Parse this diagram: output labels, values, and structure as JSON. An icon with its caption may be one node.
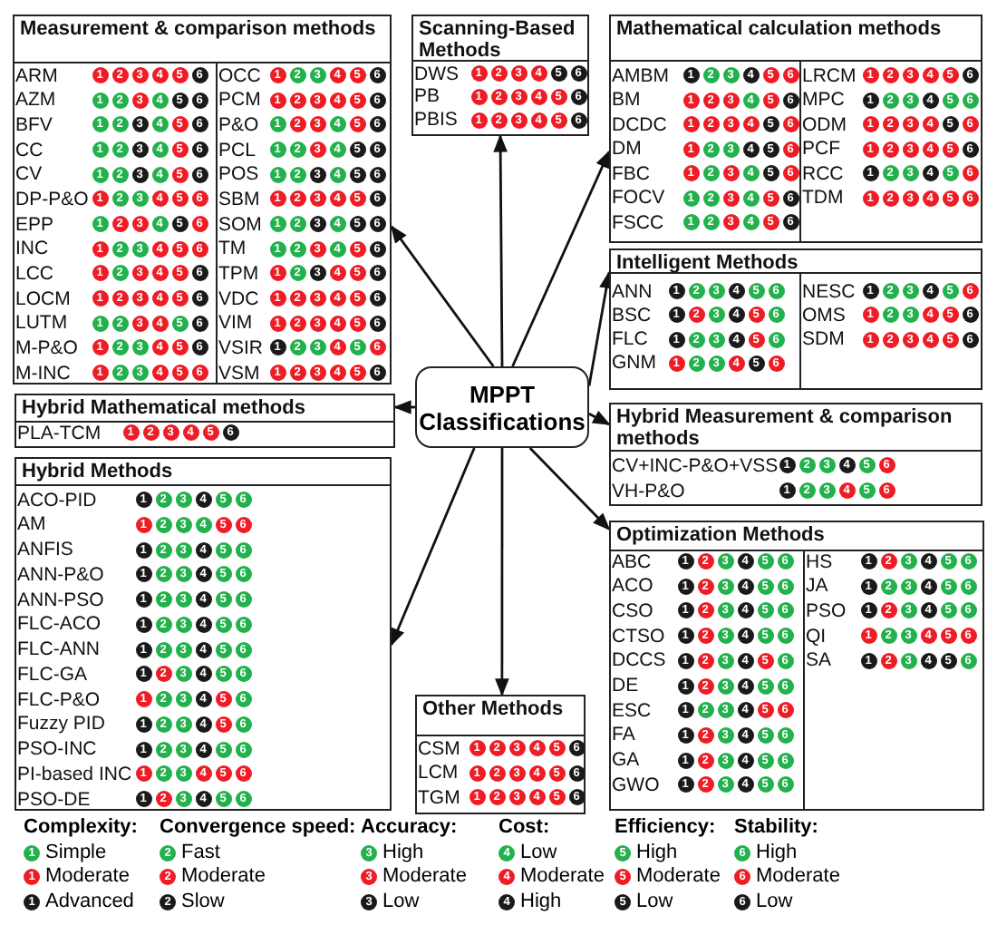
{
  "diagram": {
    "nodes": [
      {
        "text": [
          "Measurement & comparison methods"
        ]
      },
      {
        "text": [
          "ARM",
          "1",
          "2",
          "3",
          "4",
          "5",
          "6"
        ],
        "in": 0
      },
      {
        "text": [
          "AZM",
          "1",
          "2",
          "3",
          "4",
          "5",
          "6"
        ],
        "in": 0
      },
      {
        "text": [
          "BFV",
          "1",
          "2",
          "3",
          "4",
          "5",
          "6"
        ],
        "in": 0
      },
      {
        "text": [
          "CC",
          "1",
          "2",
          "3",
          "4",
          "5",
          "6"
        ],
        "in": 0
      },
      {
        "text": [
          "CV",
          "1",
          "2",
          "3",
          "4",
          "5",
          "6"
        ],
        "in": 0
      },
      {
        "text": [
          "DP-P&O",
          "1",
          "2",
          "3",
          "4",
          "5",
          "6"
        ],
        "in": 0
      },
      {
        "text": [
          "EPP",
          "1",
          "2",
          "3",
          "4",
          "5",
          "6"
        ],
        "in": 0
      },
      {
        "text": [
          "INC",
          "1",
          "2",
          "3",
          "4",
          "5",
          "6"
        ],
        "in": 0
      },
      {
        "text": [
          "LCC",
          "1",
          "2",
          "3",
          "4",
          "5",
          "6"
        ],
        "in": 0
      },
      {
        "text": [
          "LOCM",
          "1",
          "2",
          "3",
          "4",
          "5",
          "6"
        ],
        "in": 0
      },
      {
        "text": [
          "LUTM",
          "1",
          "2",
          "3",
          "4",
          "5",
          "6"
        ],
        "in": 0
      },
      {
        "text": [
          "M-P&O",
          "1",
          "2",
          "3",
          "4",
          "5",
          "6"
        ],
        "in": 0
      },
      {
        "text": [
          "M-INC",
          "1",
          "2",
          "3",
          "4",
          "5",
          "6"
        ],
        "in": 0
      },
      {
        "text": [
          "OCC",
          "1",
          "2",
          "3",
          "4",
          "5",
          "6"
        ],
        "in": 0
      },
      {
        "text": [
          "PCM",
          "1",
          "2",
          "3",
          "4",
          "5",
          "6"
        ],
        "in": 0
      },
      {
        "text": [
          "P&O",
          "1",
          "2",
          "3",
          "4",
          "5",
          "6"
        ],
        "in": 0
      },
      {
        "text": [
          "PCL",
          "1",
          "2",
          "3",
          "4",
          "5",
          "6"
        ],
        "in": 0
      },
      {
        "text": [
          "POS",
          "1",
          "2",
          "3",
          "4",
          "5",
          "6"
        ],
        "in": 0
      },
      {
        "text": [
          "SBM",
          "1",
          "2",
          "3",
          "4",
          "5",
          "6"
        ],
        "in": 0
      },
      {
        "text": [
          "SOM",
          "1",
          "2",
          "3",
          "4",
          "5",
          "6"
        ],
        "in": 0
      },
      {
        "text": [
          "TM",
          "1",
          "2",
          "3",
          "4",
          "5",
          "6"
        ],
        "in": 0
      },
      {
        "text": [
          "TPM",
          "1",
          "2",
          "3",
          "4",
          "5",
          "6"
        ],
        "in": 0
      },
      {
        "text": [
          "VDC",
          "1",
          "2",
          "3",
          "4",
          "5",
          "6"
        ],
        "in": 0
      },
      {
        "text": [
          "VIM",
          "1",
          "2",
          "3",
          "4",
          "5",
          "6"
        ],
        "in": 0
      },
      {
        "text": [
          "VSIR",
          "1",
          "2",
          "3",
          "4",
          "5",
          "6"
        ],
        "in": 0
      },
      {
        "text": [
          "VSM",
          "1",
          "2",
          "3",
          "4",
          "5",
          "6"
        ],
        "in": 0
      },
      {
        "text": [
          "Scanning-Based Methods"
        ]
      },
      {
        "text": [
          "DWS",
          "1",
          "2",
          "3",
          "4",
          "5",
          "6"
        ],
        "in": 27
      },
      {
        "text": [
          "PB",
          "1",
          "2",
          "3",
          "4",
          "5",
          "6"
        ],
        "in": 27
      },
      {
        "text": [
          "PBIS",
          "1",
          "2",
          "3",
          "4",
          "5",
          "6"
        ],
        "in": 27
      },
      {
        "text": [
          "Mathematical calculation methods"
        ]
      },
      {
        "text": [
          "AMBM",
          "1",
          "2",
          "3",
          "4",
          "5",
          "6"
        ],
        "in": 31
      },
      {
        "text": [
          "BM",
          "1",
          "2",
          "3",
          "4",
          "5",
          "6"
        ],
        "in": 31
      },
      {
        "text": [
          "DCDC",
          "1",
          "2",
          "3",
          "4",
          "5",
          "6"
        ],
        "in": 31
      },
      {
        "text": [
          "DM",
          "1",
          "2",
          "3",
          "4",
          "5",
          "6"
        ],
        "in": 31
      },
      {
        "text": [
          "FBC",
          "1",
          "2",
          "3",
          "4",
          "5",
          "6"
        ],
        "in": 31
      },
      {
        "text": [
          "FOCV",
          "1",
          "2",
          "3",
          "4",
          "5",
          "6"
        ],
        "in": 31
      },
      {
        "text": [
          "FSCC",
          "1",
          "2",
          "3",
          "4",
          "5",
          "6"
        ],
        "in": 31
      },
      {
        "text": [
          "LRCM",
          "1",
          "2",
          "3",
          "4",
          "5",
          "6"
        ],
        "in": 31
      },
      {
        "text": [
          "MPC",
          "1",
          "2",
          "3",
          "4",
          "5",
          "6"
        ],
        "in": 31
      },
      {
        "text": [
          "ODM",
          "1",
          "2",
          "3",
          "4",
          "5",
          "6"
        ],
        "in": 31
      },
      {
        "text": [
          "PCF",
          "1",
          "2",
          "3",
          "4",
          "5",
          "6"
        ],
        "in": 31
      },
      {
        "text": [
          "RCC",
          "1",
          "2",
          "3",
          "4",
          "5",
          "6"
        ],
        "in": 31
      },
      {
        "text": [
          "TDM",
          "1",
          "2",
          "3",
          "4",
          "5",
          "6"
        ],
        "in": 31
      },
      {
        "text": [
          "Intelligent Methods"
        ]
      },
      {
        "text": [
          "ANN",
          "1",
          "2",
          "3",
          "4",
          "5",
          "6"
        ],
        "in": 45
      },
      {
        "text": [
          "BSC",
          "1",
          "2",
          "3",
          "4",
          "5",
          "6"
        ],
        "in": 45
      },
      {
        "text": [
          "FLC",
          "1",
          "2",
          "3",
          "4",
          "5",
          "6"
        ],
        "in": 45
      },
      {
        "text": [
          "GNM",
          "1",
          "2",
          "3",
          "4",
          "5",
          "6"
        ],
        "in": 45
      },
      {
        "text": [
          "NESC",
          "1",
          "2",
          "3",
          "4",
          "5",
          "6"
        ],
        "in": 45
      },
      {
        "text": [
          "OMS",
          "1",
          "2",
          "3",
          "4",
          "5",
          "6"
        ],
        "in": 45
      },
      {
        "text": [
          "SDM",
          "1",
          "2",
          "3",
          "4",
          "5",
          "6"
        ],
        "in": 45
      },
      {
        "text": [
          "MPPT Classifications"
        ]
      },
      {
        "text": [
          "Hybrid Mathematical methods"
        ]
      },
      {
        "text": [
          "PLA-TCM",
          "1",
          "2",
          "3",
          "4",
          "5",
          "6"
        ],
        "in": 54
      },
      {
        "text": [
          "Hybrid Measurement & comparison methods"
        ]
      },
      {
        "text": [
          "CV+INC-P&O+VSS",
          "1",
          "2",
          "3",
          "4",
          "5",
          "6"
        ],
        "in": 56
      },
      {
        "text": [
          "VH-P&O",
          "1",
          "2",
          "3",
          "4",
          "5",
          "6"
        ],
        "in": 56
      },
      {
        "text": [
          "Hybrid Methods"
        ]
      },
      {
        "text": [
          "ACO-PID",
          "1",
          "2",
          "3",
          "4",
          "5",
          "6"
        ],
        "in": 59
      },
      {
        "text": [
          "AM",
          "1",
          "2",
          "3",
          "4",
          "5",
          "6"
        ],
        "in": 59
      },
      {
        "text": [
          "ANFIS",
          "1",
          "2",
          "3",
          "4",
          "5",
          "6"
        ],
        "in": 59
      },
      {
        "text": [
          "ANN-P&O",
          "1",
          "2",
          "3",
          "4",
          "5",
          "6"
        ],
        "in": 59
      },
      {
        "text": [
          "ANN-PSO",
          "1",
          "2",
          "3",
          "4",
          "5",
          "6"
        ],
        "in": 59
      },
      {
        "text": [
          "FLC-ACO",
          "1",
          "2",
          "3",
          "4",
          "5",
          "6"
        ],
        "in": 59
      },
      {
        "text": [
          "FLC-ANN",
          "1",
          "2",
          "3",
          "4",
          "5",
          "6"
        ],
        "in": 59
      },
      {
        "text": [
          "FLC-GA",
          "1",
          "2",
          "3",
          "4",
          "5",
          "6"
        ],
        "in": 59
      },
      {
        "text": [
          "FLC-P&O",
          "1",
          "2",
          "3",
          "4",
          "5",
          "6"
        ],
        "in": 59
      },
      {
        "text": [
          "Fuzzy PID",
          "1",
          "2",
          "3",
          "4",
          "5",
          "6"
        ],
        "in": 59
      },
      {
        "text": [
          "PSO-INC",
          "1",
          "2",
          "3",
          "4",
          "5",
          "6"
        ],
        "in": 59
      },
      {
        "text": [
          "PI-based INC",
          "1",
          "2",
          "3",
          "4",
          "5",
          "6"
        ],
        "in": 59
      },
      {
        "text": [
          "PSO-DE",
          "1",
          "2",
          "3",
          "4",
          "5",
          "6"
        ],
        "in": 59
      },
      {
        "text": [
          "Optimization Methods"
        ]
      },
      {
        "text": [
          "ABC",
          "1",
          "2",
          "3",
          "4",
          "5",
          "6"
        ],
        "in": 73
      },
      {
        "text": [
          "ACO",
          "1",
          "2",
          "3",
          "4",
          "5",
          "6"
        ],
        "in": 73
      },
      {
        "text": [
          "CSO",
          "1",
          "2",
          "3",
          "4",
          "5",
          "6"
        ],
        "in": 73
      },
      {
        "text": [
          "CTSO",
          "1",
          "2",
          "3",
          "4",
          "5",
          "6"
        ],
        "in": 73
      },
      {
        "text": [
          "DCCS",
          "1",
          "2",
          "3",
          "4",
          "5",
          "6"
        ],
        "in": 73
      },
      {
        "text": [
          "DE",
          "1",
          "2",
          "3",
          "4",
          "5",
          "6"
        ],
        "in": 73
      },
      {
        "text": [
          "ESC",
          "1",
          "2",
          "3",
          "4",
          "5",
          "6"
        ],
        "in": 73
      },
      {
        "text": [
          "FA",
          "1",
          "2",
          "3",
          "4",
          "5",
          "6"
        ],
        "in": 73
      },
      {
        "text": [
          "GA",
          "1",
          "2",
          "3",
          "4",
          "5",
          "6"
        ],
        "in": 73
      },
      {
        "text": [
          "GWO",
          "1",
          "2",
          "3",
          "4",
          "5",
          "6"
        ],
        "in": 73
      },
      {
        "text": [
          "HS",
          "1",
          "2",
          "3",
          "4",
          "5",
          "6"
        ],
        "in": 73
      },
      {
        "text": [
          "JA",
          "1",
          "2",
          "3",
          "4",
          "5",
          "6"
        ],
        "in": 73
      },
      {
        "text": [
          "PSO",
          "1",
          "2",
          "3",
          "4",
          "5",
          "6"
        ],
        "in": 73
      },
      {
        "text": [
          "QI",
          "1",
          "2",
          "3",
          "4",
          "5",
          "6"
        ],
        "in": 73
      },
      {
        "text": [
          "SA",
          "1",
          "2",
          "3",
          "4",
          "5",
          "6"
        ],
        "in": 73
      },
      {
        "text": [
          "Other Methods"
        ]
      },
      {
        "text": [
          "CSM",
          "1",
          "2",
          "3",
          "4",
          "5",
          "6"
        ],
        "in": 89
      },
      {
        "text": [
          "LCM",
          "1",
          "2",
          "3",
          "4",
          "5",
          "6"
        ],
        "in": 89
      },
      {
        "text": [
          "TGM",
          "1",
          "2",
          "3",
          "4",
          "5",
          "6"
        ],
        "in": 89
      }
    ],
    "edges": [
      {
        "from": 53,
        "to": 0,
        "arrow": "to"
      },
      {
        "from": 53,
        "to": 27,
        "arrow": "to"
      },
      {
        "from": 53,
        "to": 31,
        "arrow": "to"
      },
      {
        "from": 53,
        "to": 45,
        "arrow": "to"
      },
      {
        "from": 53,
        "to": 54,
        "arrow": "to"
      },
      {
        "from": 53,
        "to": 56,
        "arrow": "to"
      },
      {
        "from": 53,
        "to": 59,
        "arrow": "to"
      },
      {
        "from": 53,
        "to": 89,
        "arrow": "to"
      },
      {
        "from": 53,
        "to": 73,
        "arrow": "to"
      }
    ],
    "labels": [
      "Complexity:",
      "Convergence speed:",
      "Accuracy:",
      "Cost:",
      "Efficiency:",
      "Stability:",
      "1",
      "1",
      "1",
      "2",
      "2",
      "2",
      "3",
      "3",
      "3",
      "4",
      "4",
      "4",
      "5",
      "5",
      "5",
      "6",
      "6",
      "6"
    ],
    "legend": [
      {
        "text": "Simple",
        "color": "#22b14c"
      },
      {
        "text": "Moderate",
        "color": "#ee1c25"
      },
      {
        "text": "Advanced",
        "color": "#1a1a1a"
      },
      {
        "text": "Fast",
        "color": "#22b14c"
      },
      {
        "text": "Moderate",
        "color": "#ee1c25"
      },
      {
        "text": "Slow",
        "color": "#1a1a1a"
      },
      {
        "text": "High",
        "color": "#22b14c"
      },
      {
        "text": "Moderate",
        "color": "#ee1c25"
      },
      {
        "text": "Low",
        "color": "#1a1a1a"
      },
      {
        "text": "Low",
        "color": "#22b14c"
      },
      {
        "text": "Moderate",
        "color": "#ee1c25"
      },
      {
        "text": "High",
        "color": "#1a1a1a"
      },
      {
        "text": "High",
        "color": "#22b14c"
      },
      {
        "text": "Moderate",
        "color": "#ee1c25"
      },
      {
        "text": "Low",
        "color": "#1a1a1a"
      },
      {
        "text": "High",
        "color": "#22b14c"
      },
      {
        "text": "Moderate",
        "color": "#ee1c25"
      },
      {
        "text": "Low",
        "color": "#1a1a1a"
      }
    ]
  }
}
